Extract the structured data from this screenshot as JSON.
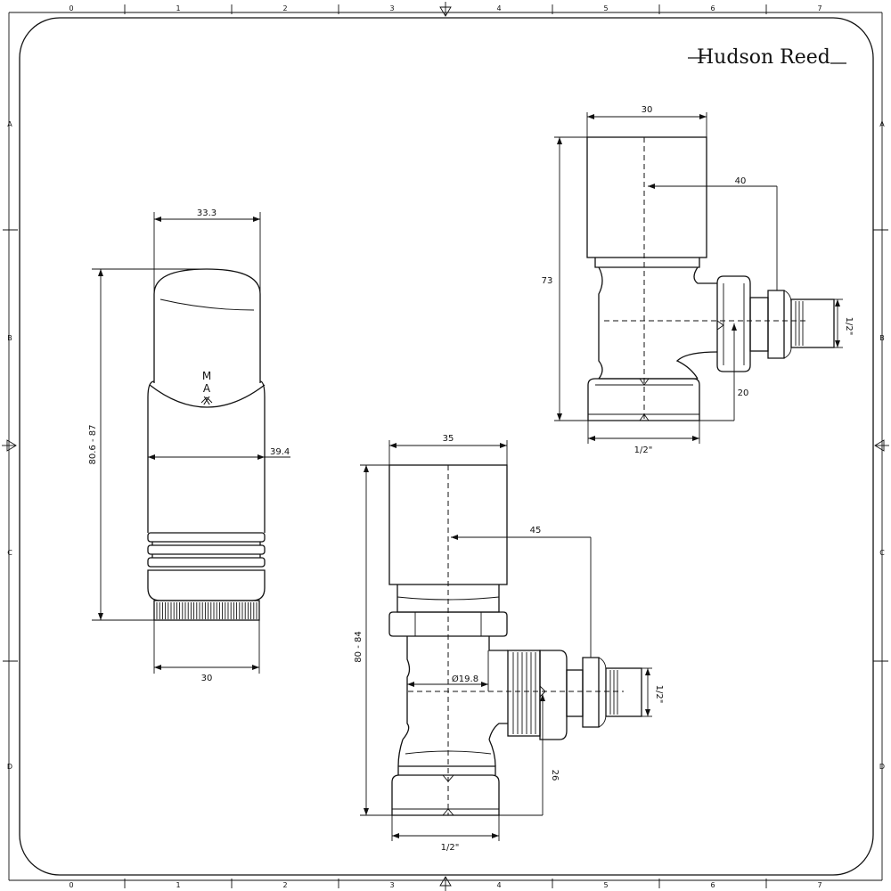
{
  "brand": "Hudson Reed",
  "grid": {
    "columns": [
      "0",
      "1",
      "2",
      "3",
      "4",
      "5",
      "6",
      "7"
    ],
    "rows": [
      "A",
      "B",
      "C",
      "D"
    ]
  },
  "head_view": {
    "width_top": "33.3",
    "width_body": "39.4",
    "width_base": "30",
    "height": "80.6 - 87",
    "marking_letters": [
      "M",
      "A",
      "X"
    ]
  },
  "angled_valve": {
    "width_cap": "30",
    "outlet_reach": "40",
    "height": "73",
    "thread_side": "1/2\"",
    "offset": "20",
    "thread_bottom": "1/2\""
  },
  "large_valve": {
    "width_cap": "35",
    "outlet_reach": "45",
    "height": "80 - 84",
    "diameter": "Ø19.8",
    "thread_side": "1/2\"",
    "offset": "26",
    "thread_bottom": "1/2\""
  }
}
